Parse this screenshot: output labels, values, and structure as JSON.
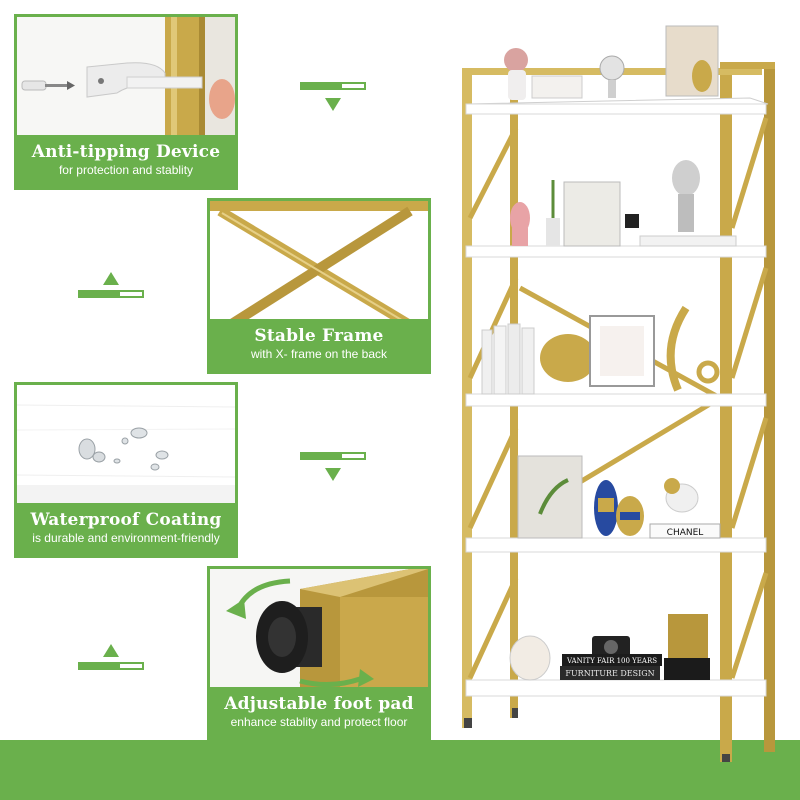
{
  "features": [
    {
      "title": "Anti-tipping Device",
      "subtitle": "for protection and stablity",
      "icon": "anti-tip-strap-icon"
    },
    {
      "title": "Stable Frame",
      "subtitle": "with X- frame on the back",
      "icon": "x-frame-icon"
    },
    {
      "title": "Waterproof Coating",
      "subtitle": "is durable and environment-friendly",
      "icon": "water-drops-icon"
    },
    {
      "title": "Adjustable foot pad",
      "subtitle": "enhance stablity and protect floor",
      "icon": "foot-pad-icon"
    }
  ],
  "product_labels": {
    "book_brand": "CHANEL",
    "book_vanity": "VANITY FAIR 100 YEARS",
    "book_furniture": "FURNITURE DESIGN"
  },
  "colors": {
    "accent": "#6ab04c",
    "frame_gold": "#c9a94a",
    "shelf_white": "#ffffff"
  }
}
